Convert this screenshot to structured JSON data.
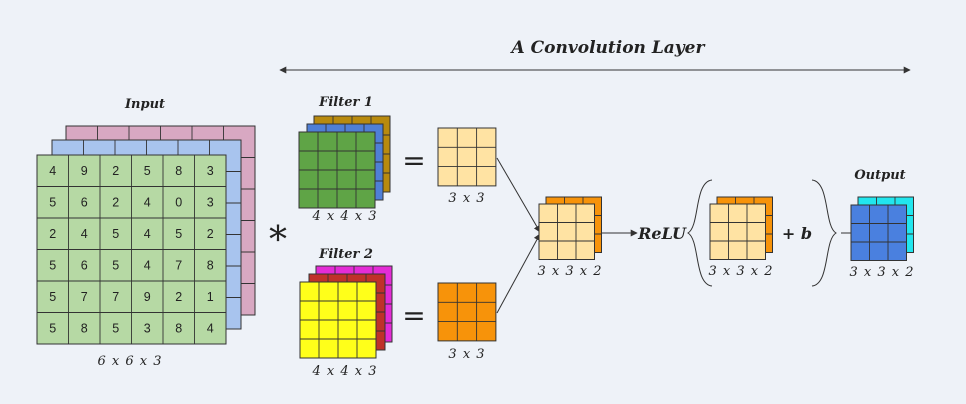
{
  "title": "A Convolution Layer",
  "input": {
    "label": "Input",
    "dims": "6 x 6 x 3",
    "matrix": [
      [
        "4",
        "9",
        "2",
        "5",
        "8",
        "3"
      ],
      [
        "5",
        "6",
        "2",
        "4",
        "0",
        "3"
      ],
      [
        "2",
        "4",
        "5",
        "4",
        "5",
        "2"
      ],
      [
        "5",
        "6",
        "5",
        "4",
        "7",
        "8"
      ],
      [
        "5",
        "7",
        "7",
        "9",
        "2",
        "1"
      ],
      [
        "5",
        "8",
        "5",
        "3",
        "8",
        "4"
      ]
    ]
  },
  "operator": "*",
  "filter1": {
    "label": "Filter 1",
    "dims": "4 x 4 x 3",
    "result_dims": "3 x 3"
  },
  "filter2": {
    "label": "Filter 2",
    "dims": "4 x 4 x 3",
    "result_dims": "3 x 3"
  },
  "equals": "=",
  "stacked_dims": "3 x 3 x 2",
  "relu": "ReLU",
  "bias": "+ b",
  "biased_dims": "3 x 3 x 2",
  "output": {
    "label": "Output",
    "dims": "3 x 3 x 2"
  },
  "colors": {
    "background": "#eef2f8",
    "input_back": "#d8a8c2",
    "input_mid": "#a8c4ee",
    "input_front": "#b6d9a4",
    "filter1_back": "#b88a0e",
    "filter1_mid": "#4f7fd6",
    "filter1_front": "#5fa446",
    "filter2_back": "#e42cd6",
    "filter2_mid": "#c0312a",
    "filter2_front": "#ffff1a",
    "map1": "#ffe3a3",
    "map2": "#f7930a",
    "output_back": "#22e6ee",
    "output_front": "#4a80df"
  }
}
